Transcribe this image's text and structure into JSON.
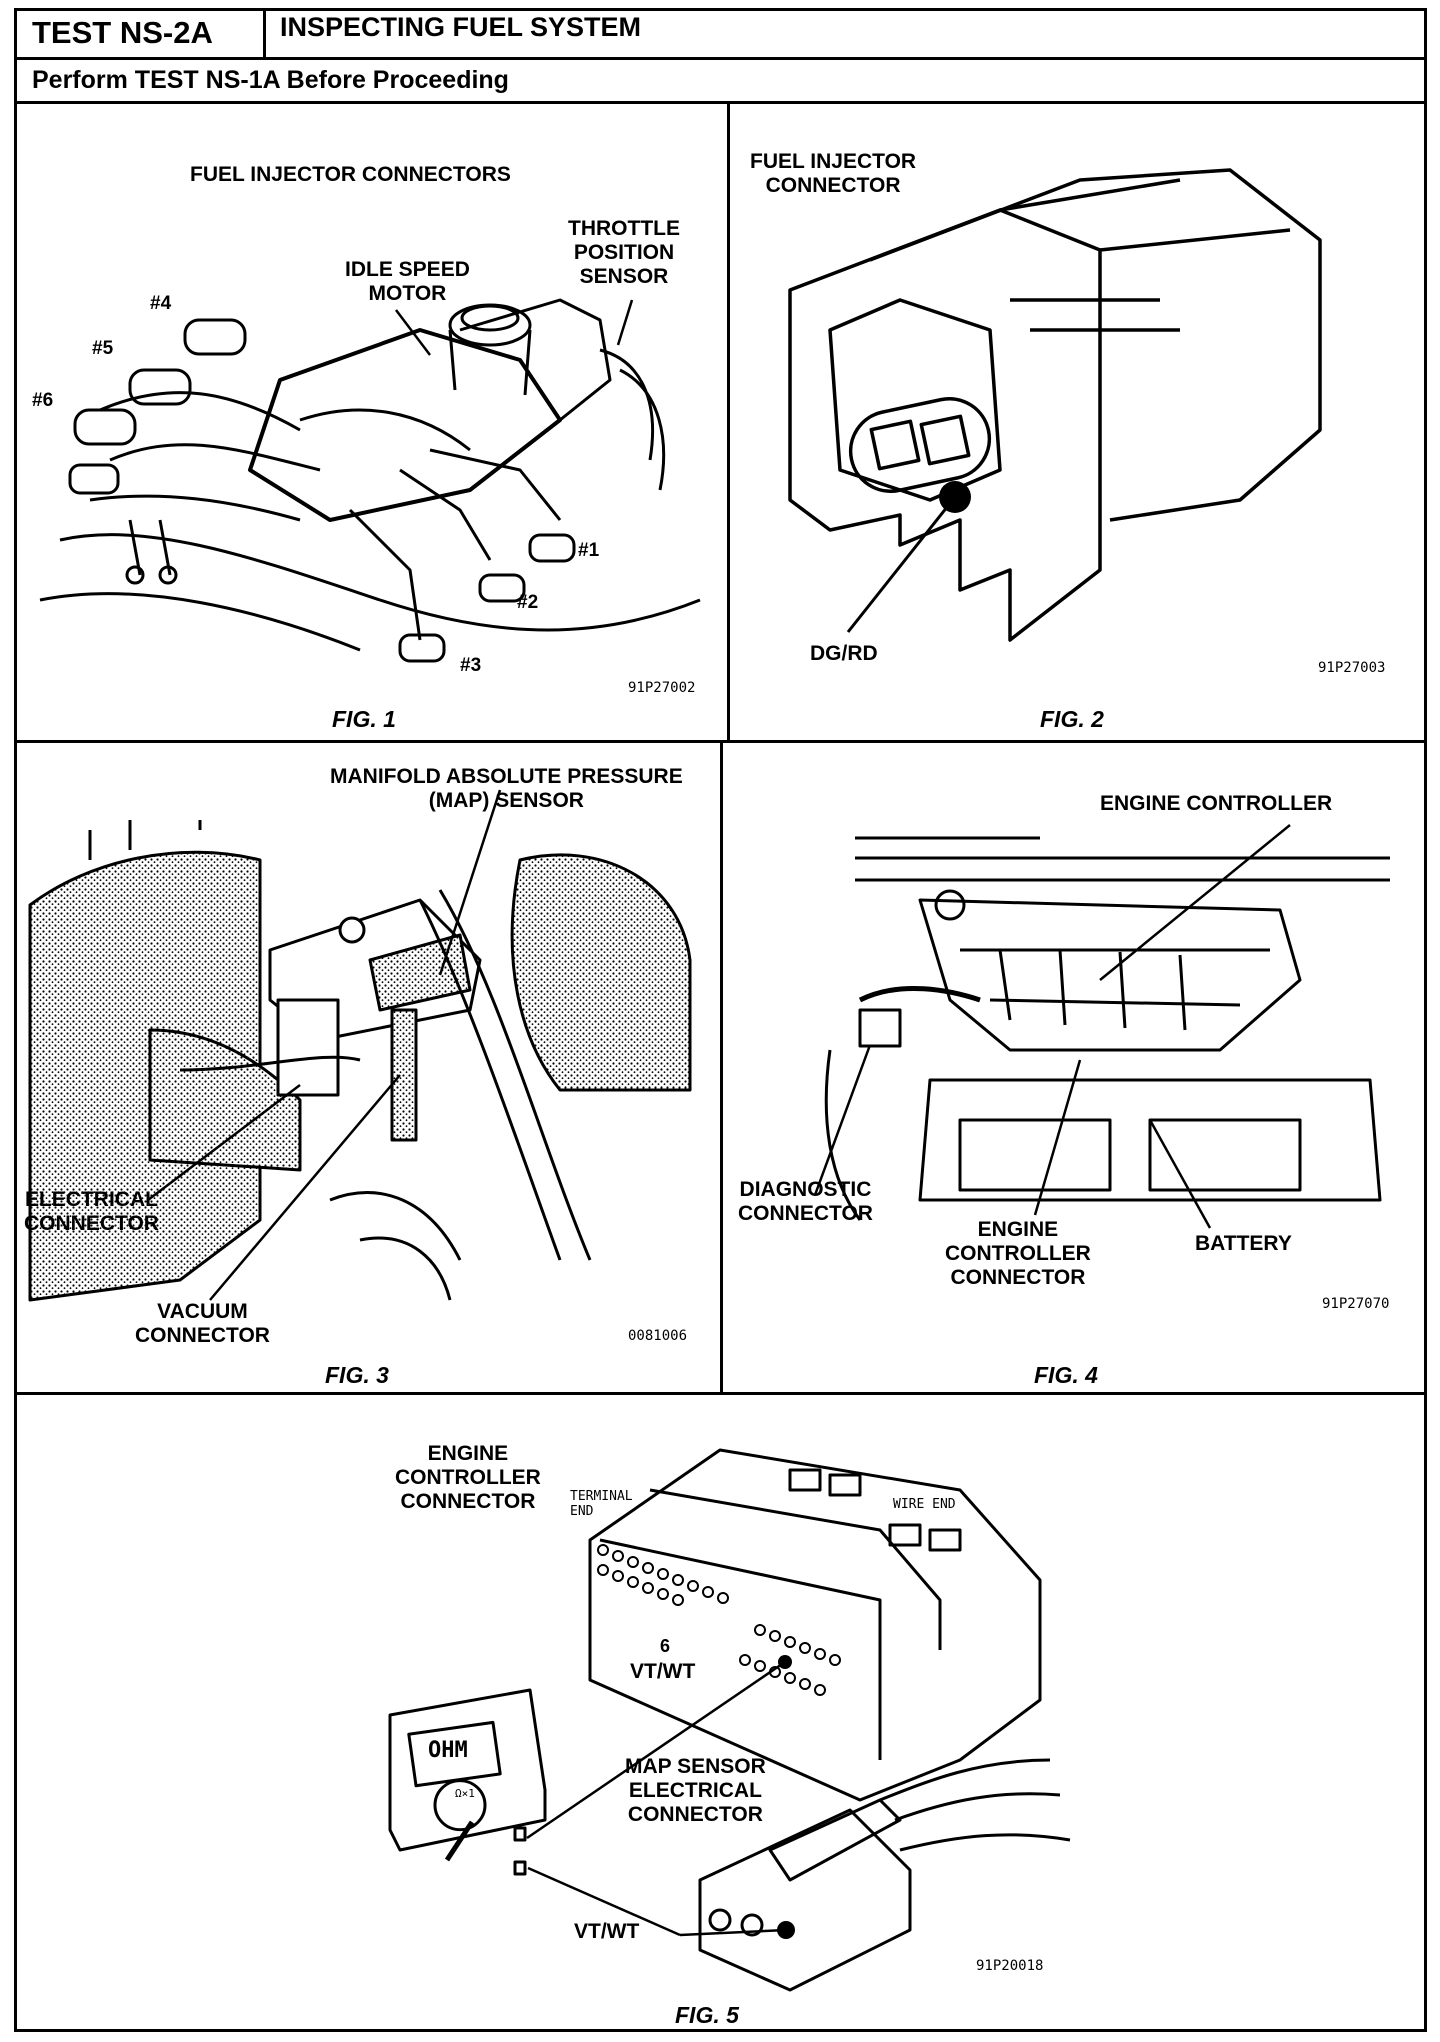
{
  "header": {
    "test_id": "TEST NS-2A",
    "title": "INSPECTING FUEL SYSTEM",
    "subtitle": "Perform TEST NS-1A Before Proceeding"
  },
  "fig1": {
    "heading": "FUEL INJECTOR CONNECTORS",
    "labels": {
      "throttle": "THROTTLE\nPOSITION\nSENSOR",
      "idle": "IDLE SPEED\nMOTOR",
      "n4": "#4",
      "n5": "#5",
      "n6": "#6",
      "n1": "#1",
      "n2": "#2",
      "n3": "#3"
    },
    "code": "91P27002",
    "caption": "FIG. 1"
  },
  "fig2": {
    "heading": "FUEL INJECTOR\nCONNECTOR",
    "wire": "DG/RD",
    "code": "91P27003",
    "caption": "FIG. 2"
  },
  "fig3": {
    "heading": "MANIFOLD ABSOLUTE PRESSURE\n(MAP) SENSOR",
    "electrical": "ELECTRICAL\nCONNECTOR",
    "vacuum": "VACUUM\nCONNECTOR",
    "code": "0081006",
    "caption": "FIG. 3"
  },
  "fig4": {
    "heading": "ENGINE CONTROLLER",
    "diagnostic": "DIAGNOSTIC\nCONNECTOR",
    "ec_connector": "ENGINE\nCONTROLLER\nCONNECTOR",
    "battery": "BATTERY",
    "code": "91P27070",
    "caption": "FIG. 4"
  },
  "fig5": {
    "ec_connector": "ENGINE\nCONTROLLER\nCONNECTOR",
    "terminal_end": "TERMINAL\nEND",
    "wire_end": "WIRE END",
    "pin": "6",
    "pin_wire": "VT/WT",
    "meter_display": "OHM",
    "meter_range": "Ω×1",
    "map_connector": "MAP SENSOR\nELECTRICAL\nCONNECTOR",
    "map_wire": "VT/WT",
    "code": "91P20018",
    "caption": "FIG. 5"
  }
}
